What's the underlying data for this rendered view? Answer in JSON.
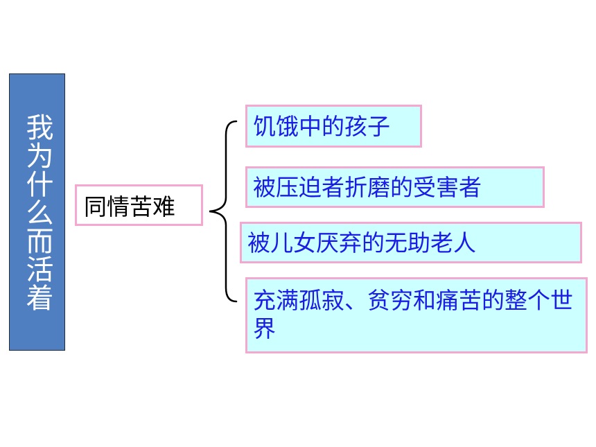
{
  "diagram": {
    "root": "我为什么而活着",
    "branch": "同情苦难",
    "leaves": [
      "饥饿中的孩子",
      "被压迫者折磨的受害者",
      "被儿女厌弃的无助老人",
      "充满孤寂、贫穷和痛苦的整个世界"
    ]
  },
  "colors": {
    "root_background": "#4f7fc0",
    "root_text": "#ffffff",
    "leaf_background": "#ccffff",
    "leaf_text": "#1b1be6",
    "border": "#f6a7cf"
  }
}
